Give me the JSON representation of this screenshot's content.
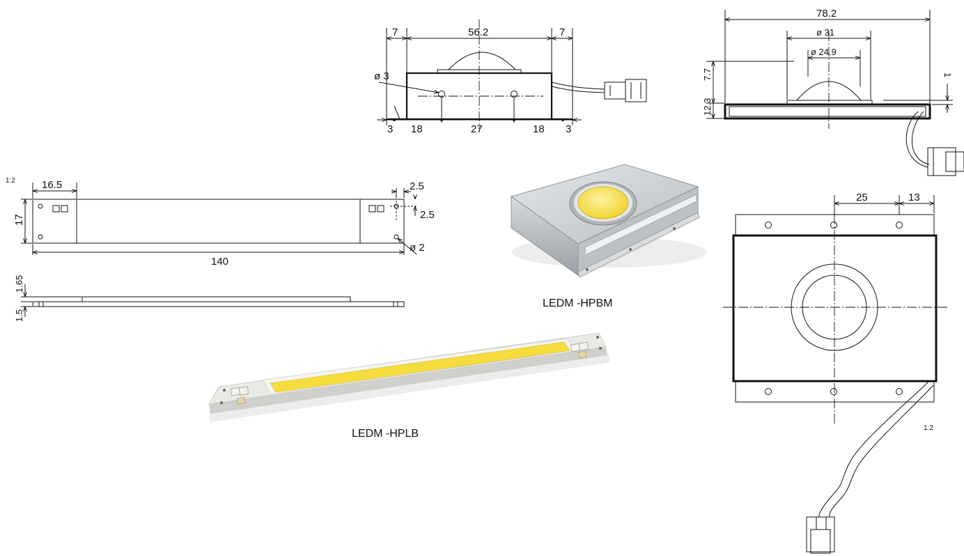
{
  "front_view": {
    "dims": {
      "left_flange": "7",
      "width": "56.2",
      "right_flange": "7",
      "hole_dia": "ø 3",
      "b1": "3",
      "b2": "18",
      "b3": "27",
      "b4": "18",
      "b5": "3"
    }
  },
  "side_view": {
    "dims": {
      "length": "78.2",
      "lens_outer": "ø 31",
      "lens_inner": "ø 24.9",
      "height_top": "7.7",
      "height_body": "12.3",
      "gap": "1"
    }
  },
  "strip_drawing": {
    "scale": "1:2",
    "dims": {
      "end_block": "16.5",
      "height": "17",
      "length": "140",
      "hole_off_x": "2.5",
      "hole_off_y": "2.5",
      "hole_dia": "ø 2",
      "thick_top": "1.65",
      "thick_base": "1.5"
    }
  },
  "top_view": {
    "scale": "1:2",
    "dims": {
      "spacing": "25",
      "edge": "13"
    }
  },
  "products": {
    "module_label": "LEDM -HPBM",
    "strip_label": "LEDM -HPLB"
  },
  "colors": {
    "phosphor": "#f5dc3c",
    "ceramic": "#e9e9e6",
    "metal": "#c9cdd0"
  }
}
